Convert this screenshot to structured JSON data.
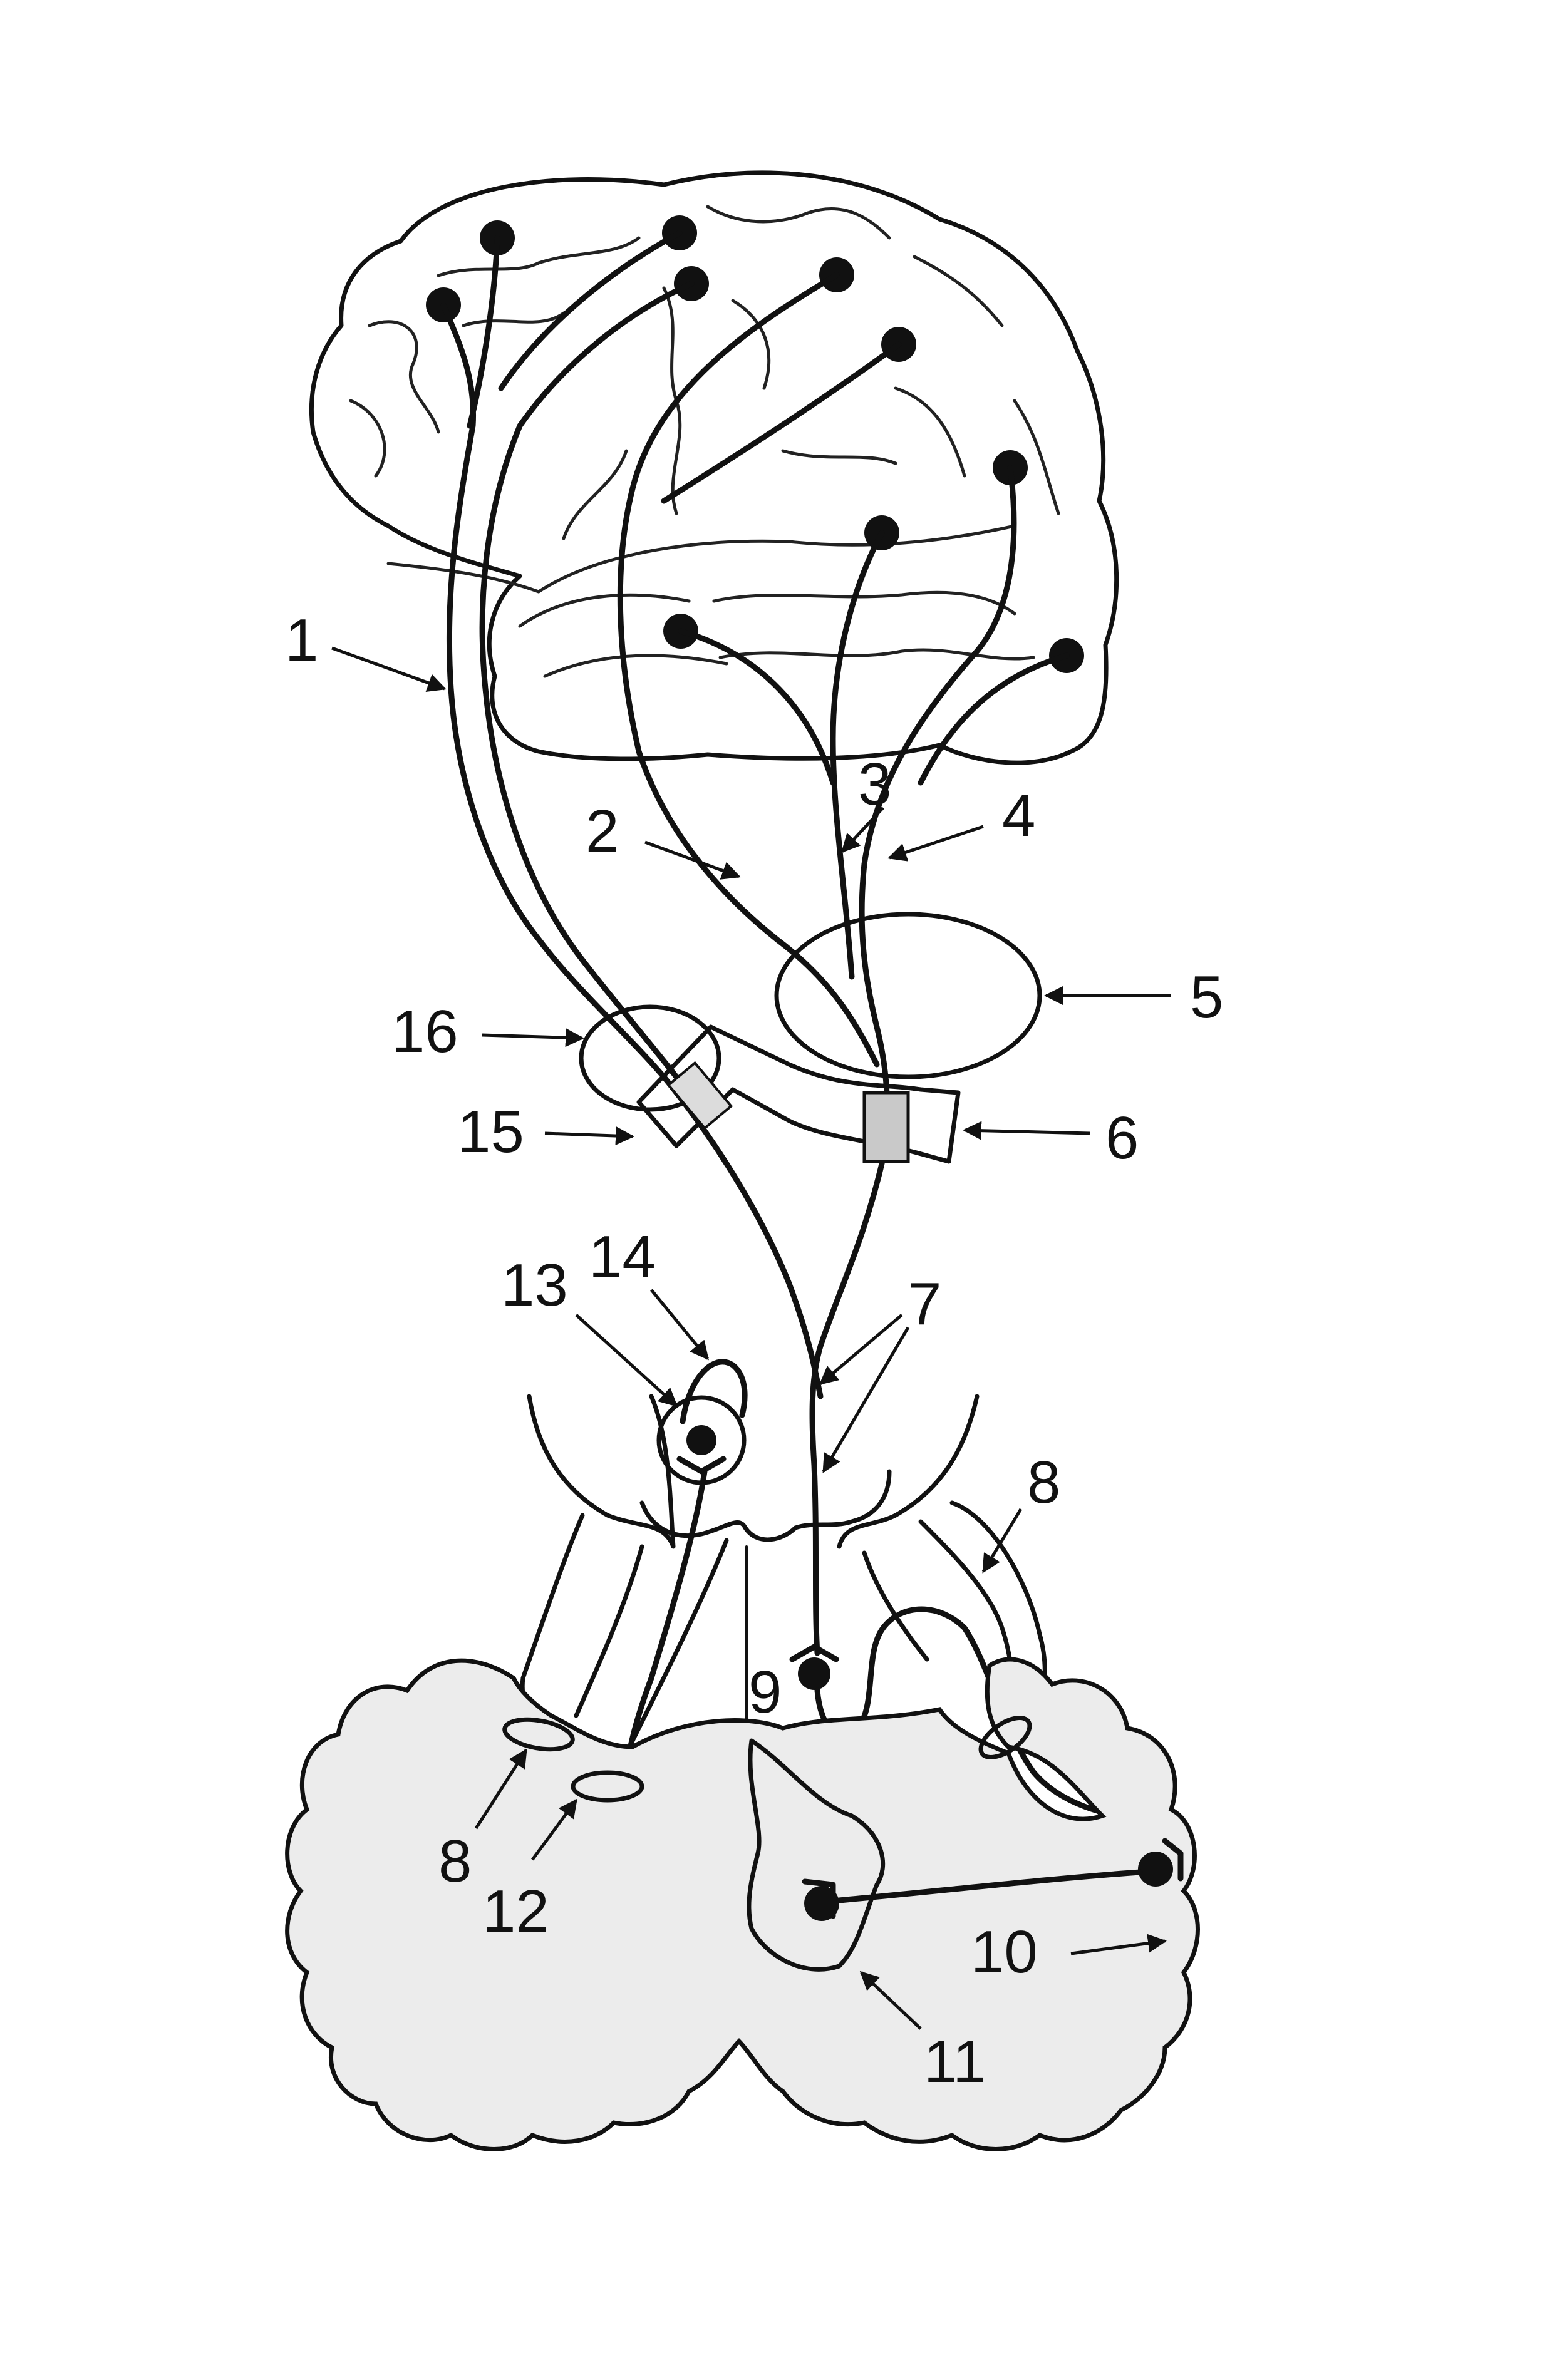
{
  "diagram": {
    "labels": [
      {
        "id": "l1",
        "text": "1"
      },
      {
        "id": "l2",
        "text": "2"
      },
      {
        "id": "l3",
        "text": "3"
      },
      {
        "id": "l4",
        "text": "4"
      },
      {
        "id": "l5",
        "text": "5"
      },
      {
        "id": "l6",
        "text": "6"
      },
      {
        "id": "l7",
        "text": "7"
      },
      {
        "id": "l8a",
        "text": "8"
      },
      {
        "id": "l8b",
        "text": "8"
      },
      {
        "id": "l9",
        "text": "9"
      },
      {
        "id": "l10",
        "text": "10"
      },
      {
        "id": "l11",
        "text": "11"
      },
      {
        "id": "l12",
        "text": "12"
      },
      {
        "id": "l13",
        "text": "13"
      },
      {
        "id": "l14",
        "text": "14"
      },
      {
        "id": "l15",
        "text": "15"
      },
      {
        "id": "l16",
        "text": "16"
      }
    ],
    "colors": {
      "ink": "#111111",
      "shading": "#ececec",
      "background": "#ffffff"
    }
  }
}
